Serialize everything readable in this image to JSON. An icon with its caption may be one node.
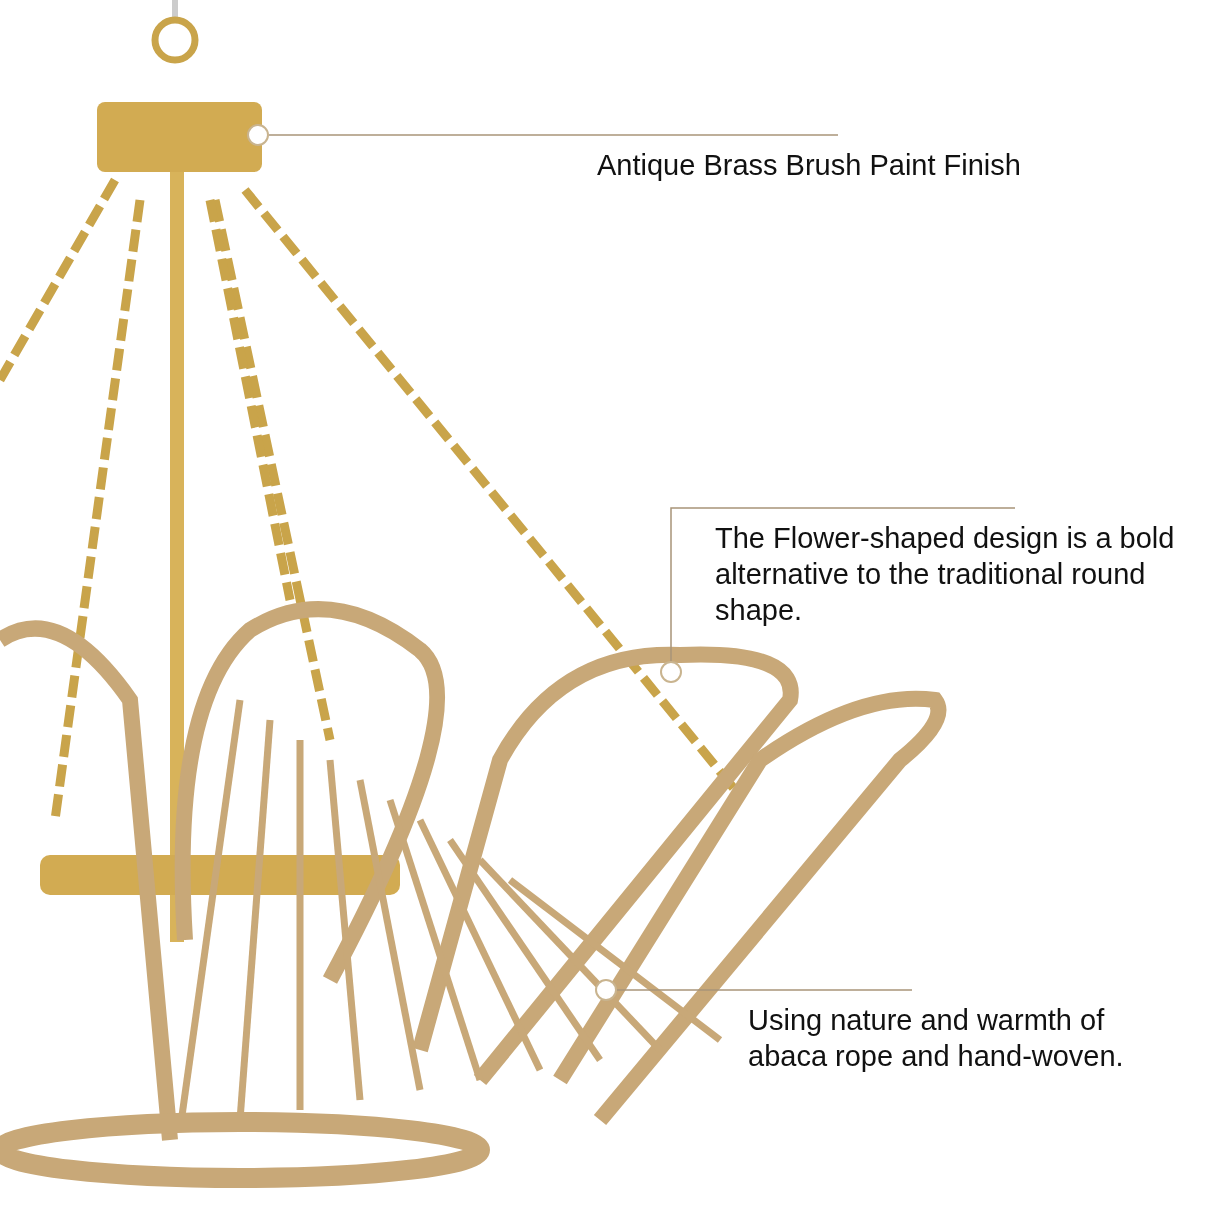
{
  "diagram": {
    "nodes": [
      {
        "text": [
          "Antique Brass Brush Paint Finish"
        ]
      },
      {
        "text": [],
        "shape": "circle"
      },
      {
        "text": [
          "The Flower-shaped design is a bold alternative to the traditional round shape."
        ]
      },
      {
        "text": [],
        "shape": "circle"
      },
      {
        "text": [
          "Using nature and warmth of abaca rope and hand-woven."
        ]
      },
      {
        "text": [],
        "shape": "circle"
      }
    ],
    "edges": [
      {
        "from": 0,
        "to": 1,
        "arrow": "none"
      },
      {
        "from": 2,
        "to": 3,
        "arrow": "none"
      },
      {
        "from": 4,
        "to": 5,
        "arrow": "none"
      }
    ]
  }
}
